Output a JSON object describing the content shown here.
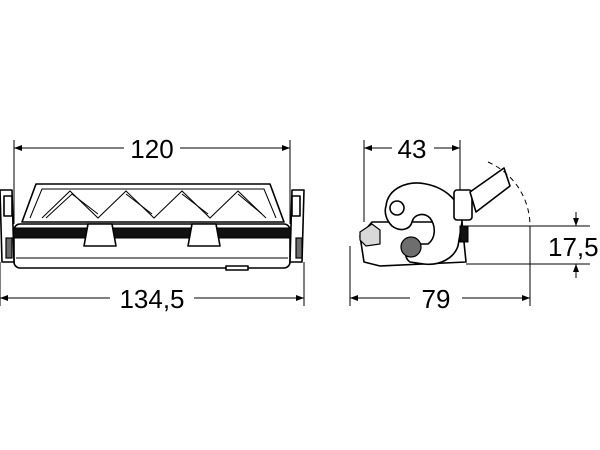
{
  "dimensions": {
    "top_width": "120",
    "overall_width": "134,5",
    "side_depth": "43",
    "side_length": "79",
    "side_height": "17,5"
  }
}
